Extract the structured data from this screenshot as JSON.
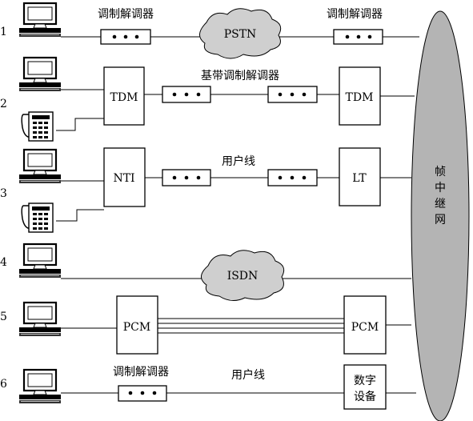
{
  "rows": [
    {
      "number": "1",
      "modem_label_left": "调制解调器",
      "cloud_label": "PSTN",
      "modem_label_right": "调制解调器"
    },
    {
      "number": "2",
      "left_box": "TDM",
      "center_label": "基带调制解调器",
      "right_box": "TDM"
    },
    {
      "number": "3",
      "left_box": "NTI",
      "center_label": "用户线",
      "right_box": "LT"
    },
    {
      "number": "4",
      "cloud_label": "ISDN"
    },
    {
      "number": "5",
      "left_box": "PCM",
      "right_box": "PCM"
    },
    {
      "number": "6",
      "modem_label": "调制解调器",
      "center_label": "用户线",
      "right_box_line1": "数字",
      "right_box_line2": "设备"
    }
  ],
  "network": {
    "chars": [
      "帧",
      "中",
      "继",
      "网"
    ]
  }
}
